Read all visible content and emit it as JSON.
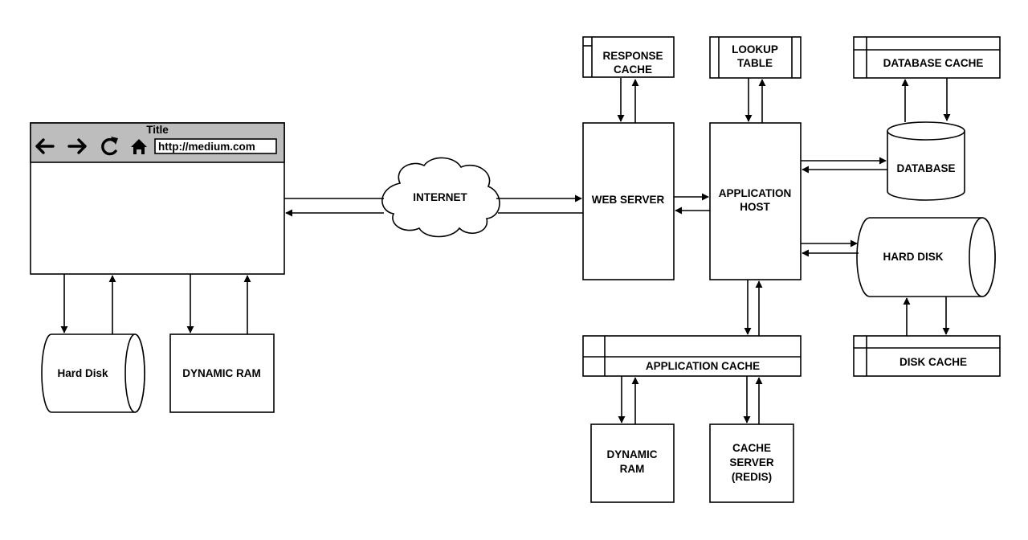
{
  "browser": {
    "title": "Title",
    "url": "http://medium.com",
    "icons": [
      "back-arrow-icon",
      "forward-arrow-icon",
      "reload-icon",
      "home-icon"
    ]
  },
  "labels": {
    "hard_disk_client": "Hard Disk",
    "dynamic_ram_client": "DYNAMIC RAM",
    "internet": "INTERNET",
    "web_server": "WEB SERVER",
    "response_cache_1": "RESPONSE",
    "response_cache_2": "CACHE",
    "lookup_table_1": "LOOKUP",
    "lookup_table_2": "TABLE",
    "database_cache": "DATABASE CACHE",
    "database": "DATABASE",
    "application_host_1": "APPLICATION",
    "application_host_2": "HOST",
    "hard_disk_server": "HARD DISK",
    "disk_cache": "DISK CACHE",
    "application_cache": "APPLICATION CACHE",
    "dynamic_ram_server_1": "DYNAMIC",
    "dynamic_ram_server_2": "RAM",
    "cache_server_1": "CACHE",
    "cache_server_2": "SERVER",
    "cache_server_3": "(REDIS)"
  }
}
